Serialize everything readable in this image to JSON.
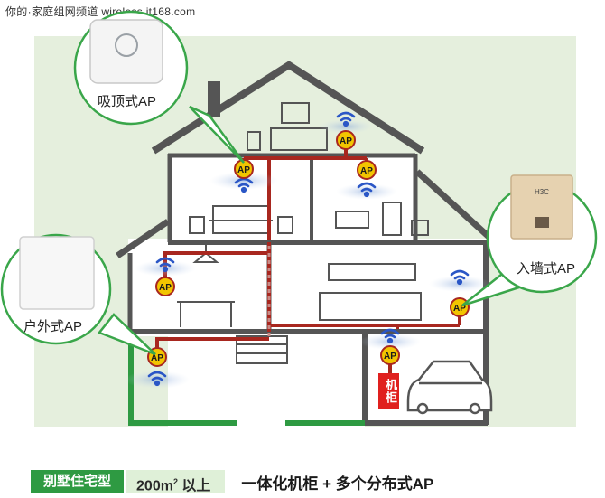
{
  "watermark": "你的·家庭组网频道 wireless.it168.com",
  "callouts": {
    "ceiling": "吸顶式AP",
    "wall": "入墙式AP",
    "outdoor": "户外式AP"
  },
  "ap_label": "AP",
  "cabinet_label": "机柜",
  "wall_device_brand": "H3C",
  "banner": {
    "tag": "别墅住宅型",
    "area": "200m",
    "area_sup": "2",
    "area_suffix": " 以上",
    "slogan": "一体化机柜 + 多个分布式AP"
  },
  "colors": {
    "green": "#2e9a42",
    "line_red": "#a8271f",
    "ap_yellow": "#f2c500",
    "wifi_blue": "#2a56c6",
    "house": "#555555"
  }
}
